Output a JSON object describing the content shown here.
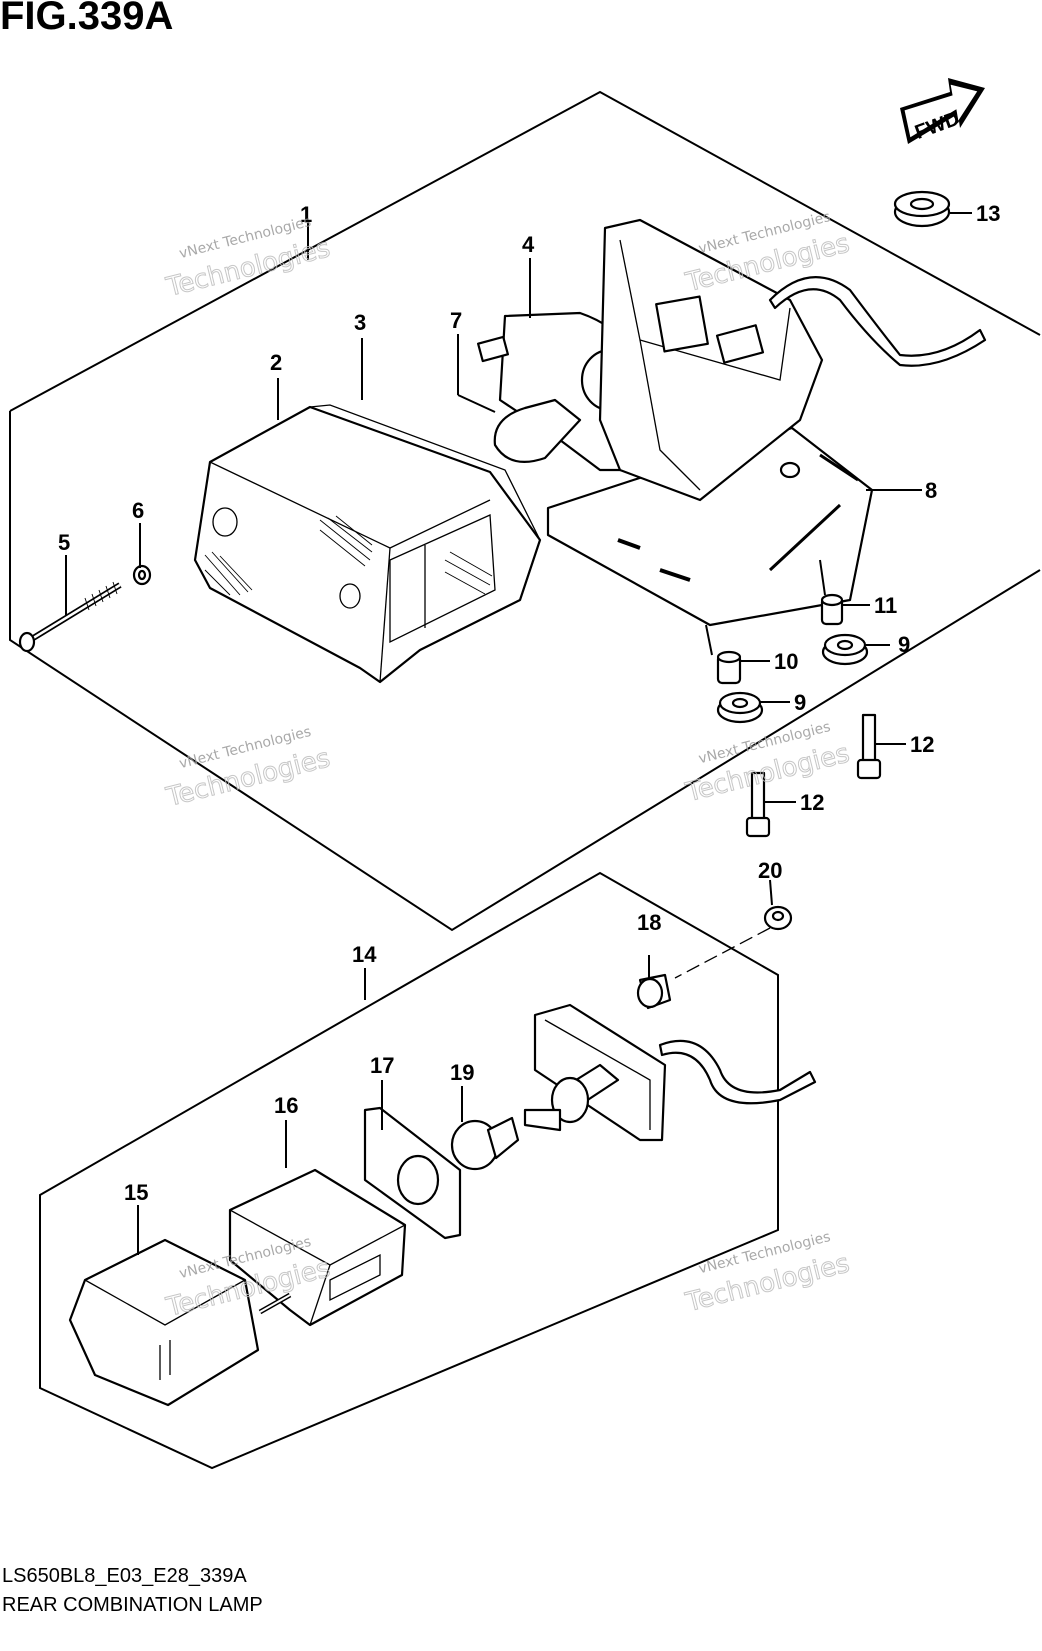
{
  "figure": {
    "title": "FIG.339A",
    "code": "LS650BL8_E03_E28_339A",
    "caption": "REAR COMBINATION LAMP"
  },
  "fwd_label": "FWD",
  "watermark": {
    "line1": "vNext Technologies",
    "line2": "vNext\nTechnologies"
  },
  "callouts": [
    {
      "id": "1",
      "label": "1"
    },
    {
      "id": "2",
      "label": "2"
    },
    {
      "id": "3",
      "label": "3"
    },
    {
      "id": "4",
      "label": "4"
    },
    {
      "id": "5",
      "label": "5"
    },
    {
      "id": "6",
      "label": "6"
    },
    {
      "id": "7",
      "label": "7"
    },
    {
      "id": "8",
      "label": "8"
    },
    {
      "id": "9a",
      "label": "9"
    },
    {
      "id": "9b",
      "label": "9"
    },
    {
      "id": "10",
      "label": "10"
    },
    {
      "id": "11",
      "label": "11"
    },
    {
      "id": "12a",
      "label": "12"
    },
    {
      "id": "12b",
      "label": "12"
    },
    {
      "id": "13",
      "label": "13"
    },
    {
      "id": "14",
      "label": "14"
    },
    {
      "id": "15",
      "label": "15"
    },
    {
      "id": "16",
      "label": "16"
    },
    {
      "id": "17",
      "label": "17"
    },
    {
      "id": "18",
      "label": "18"
    },
    {
      "id": "19",
      "label": "19"
    },
    {
      "id": "20",
      "label": "20"
    }
  ]
}
